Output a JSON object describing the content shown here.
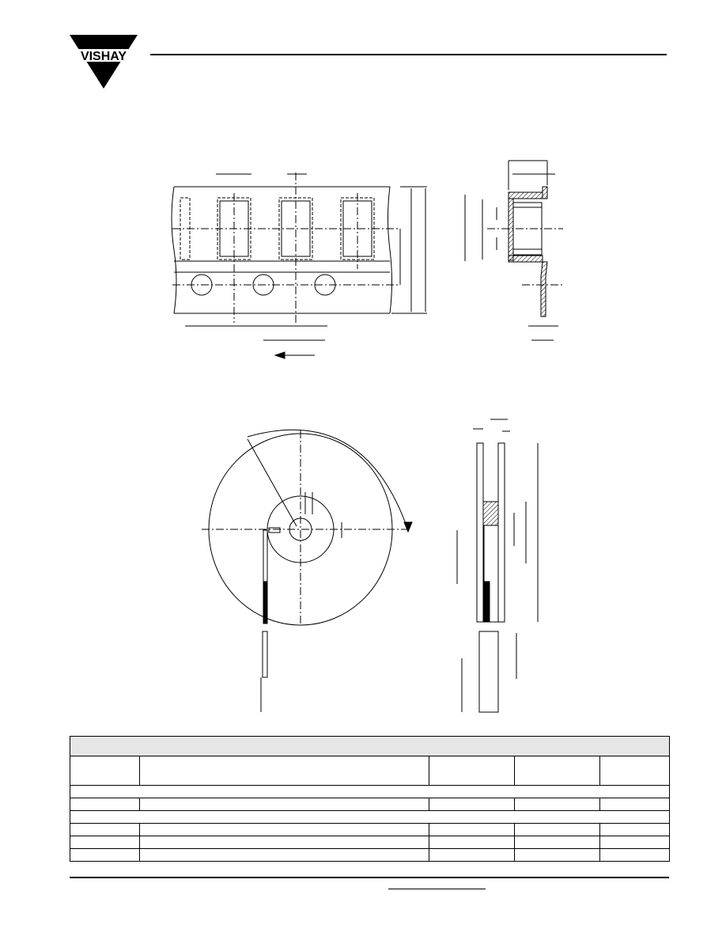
{
  "header": {
    "brand_logo": {
      "text": "VISHAY",
      "icon": "vishay-triangle-logo"
    }
  },
  "figures": {
    "tape_front_view": {
      "feed_direction_icon": "left-arrow-icon"
    },
    "tape_cross_section": {},
    "reel_front_view": {},
    "reel_side_view": {}
  },
  "table": {
    "title": "",
    "columns": [
      "",
      "",
      "",
      "",
      ""
    ],
    "rows": [
      {
        "type": "section",
        "cells": [
          ""
        ]
      },
      {
        "type": "data",
        "cells": [
          "",
          "",
          "",
          "",
          ""
        ]
      },
      {
        "type": "section",
        "cells": [
          ""
        ]
      },
      {
        "type": "data",
        "cells": [
          "",
          "",
          "",
          "",
          ""
        ]
      },
      {
        "type": "data",
        "cells": [
          "",
          "",
          "",
          "",
          ""
        ]
      },
      {
        "type": "data",
        "cells": [
          "",
          "",
          "",
          "",
          ""
        ]
      }
    ]
  },
  "footer": {
    "link_text": ""
  }
}
